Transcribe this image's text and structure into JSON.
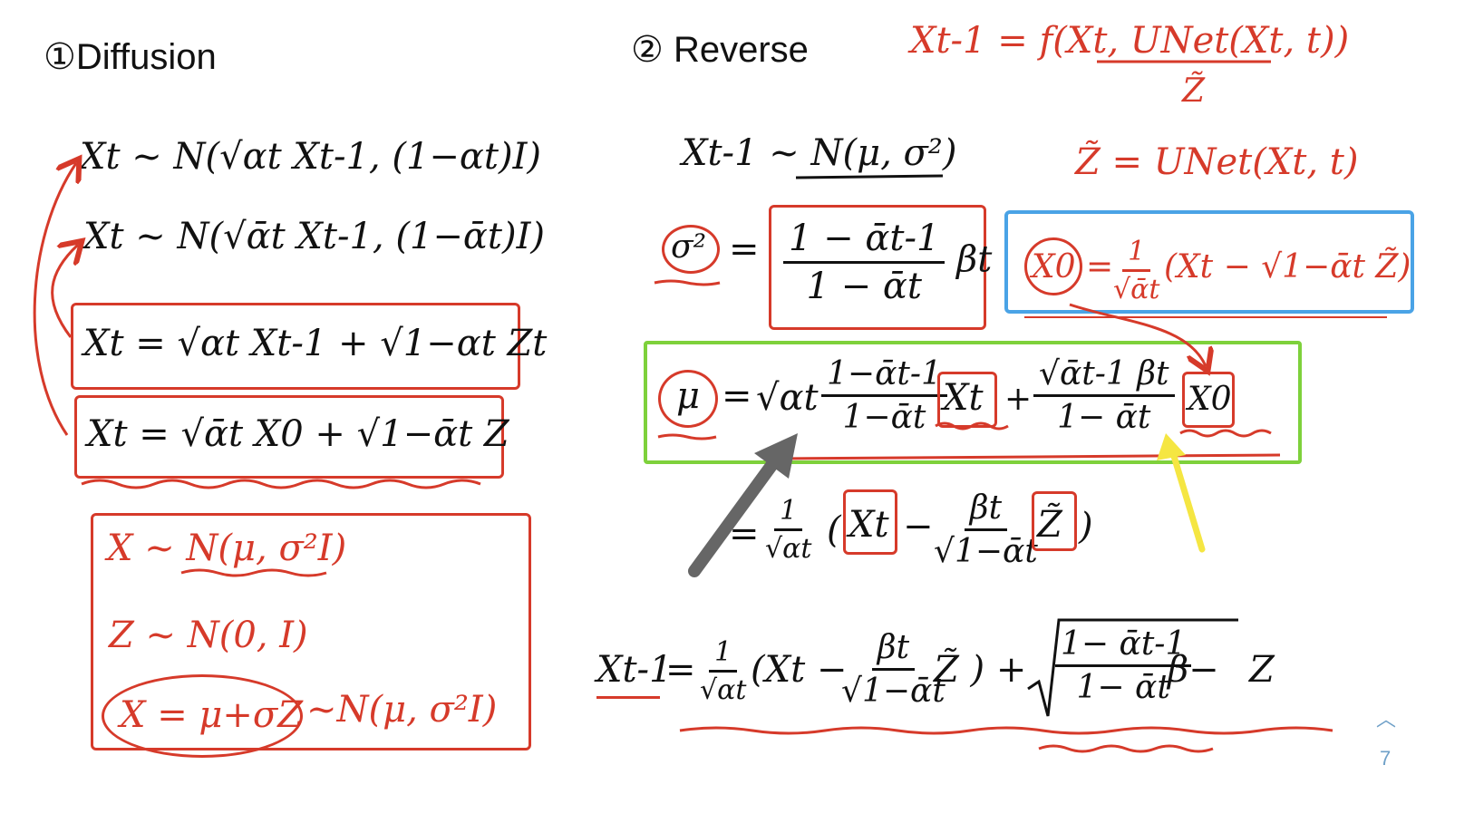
{
  "diffusion": {
    "heading": "①Diffusion",
    "eq1": "Xt ~ N(√αt Xt-1, (1−αt)I)",
    "eq2": "Xt ~ N(√ᾱt Xt-1, (1−ᾱt)I)",
    "eq3": "Xt = √αt Xt-1 + √1−αt Zt",
    "eq4": "Xt = √ᾱt X0 + √1−ᾱt Z"
  },
  "reparam": {
    "line1": "X ~ N(μ, σ²I)",
    "line2": "Z ~ N(0, I)",
    "line3_circled": "X = μ+σZ",
    "line3_rest": "~N(μ, σ²I)"
  },
  "reverse": {
    "heading": "② Reverse",
    "f_eq": "Xt-1 = f(Xt, UNet(Xt, t))",
    "f_under": "Z̃",
    "dist": "Xt-1 ~ N(μ, σ²)",
    "ztilde_def": "Z̃ = UNet(Xt, t)",
    "sigma_lhs": "σ²",
    "sigma_num": "1 − ᾱt-1",
    "sigma_den": "1 − ᾱt",
    "sigma_beta": "βt",
    "x0_lhs": "X0",
    "x0_eq": "=",
    "x0_num": "1",
    "x0_den": "√ᾱt",
    "x0_rhs": "(Xt − √1−ᾱt Z̃)",
    "mu_lhs": "μ",
    "mu_eq": "=",
    "mu_coef": "√αt",
    "mu_frac1_num": "1−ᾱt-1",
    "mu_frac1_den": "1−ᾱt",
    "mu_xt": "Xt",
    "mu_plus": "+",
    "mu_frac2_num": "√ᾱt-1 βt",
    "mu_frac2_den": "1− ᾱt",
    "mu_x0": "X0",
    "simp_eq": "=",
    "simp_num": "1",
    "simp_den": "√αt",
    "simp_open": "(",
    "simp_xt": "Xt",
    "simp_minus": "−",
    "simp_fnum": "βt",
    "simp_fden": "√1−ᾱt",
    "simp_z": "Z̃",
    "simp_close": ")",
    "final_lhs": "Xt-1",
    "final_eq": "=",
    "final_c_num": "1",
    "final_c_den": "√αt",
    "final_open": "(Xt −",
    "final_f_num": "βt",
    "final_f_den": "√1−ᾱt",
    "final_mid": "Z̃ ) +",
    "final_root_num": "1− ᾱt-1",
    "final_root_den": "1− ᾱt",
    "final_beta": "β−",
    "final_z": "Z"
  },
  "page_indicator": "7",
  "colors": {
    "ink": "#111111",
    "red": "#d63a2a",
    "blue": "#4aa3e6",
    "green": "#7ed13b",
    "gray_arrow": "#666666",
    "yellow_arrow": "#f5e642"
  }
}
